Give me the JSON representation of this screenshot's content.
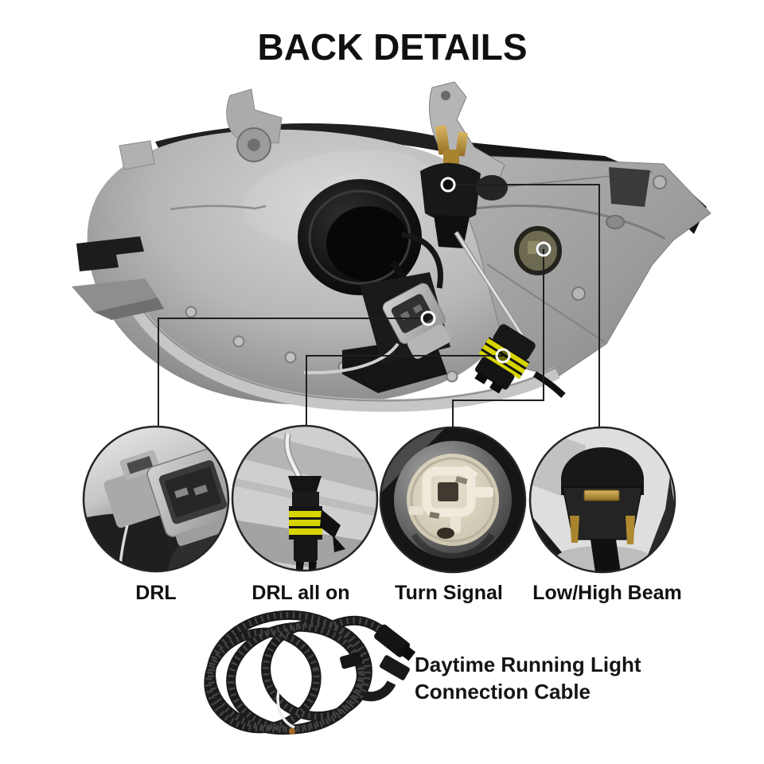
{
  "title": "BACK DETAILS",
  "callouts": [
    {
      "id": "drl",
      "label": "DRL"
    },
    {
      "id": "drl_all_on",
      "label": "DRL all on"
    },
    {
      "id": "turn_signal",
      "label": "Turn Signal"
    },
    {
      "id": "low_high_beam",
      "label": "Low/High Beam"
    }
  ],
  "cable_note": {
    "line1": "Daytime Running Light",
    "line2": "Connection Cable"
  },
  "colors": {
    "text": "#111111",
    "leader_line": "#1f1f1f",
    "seal_yellow": "#d7d400",
    "brass": "#b98f35",
    "housing_gray": "#b4b4b4",
    "socket_cream": "#d5cfba"
  }
}
